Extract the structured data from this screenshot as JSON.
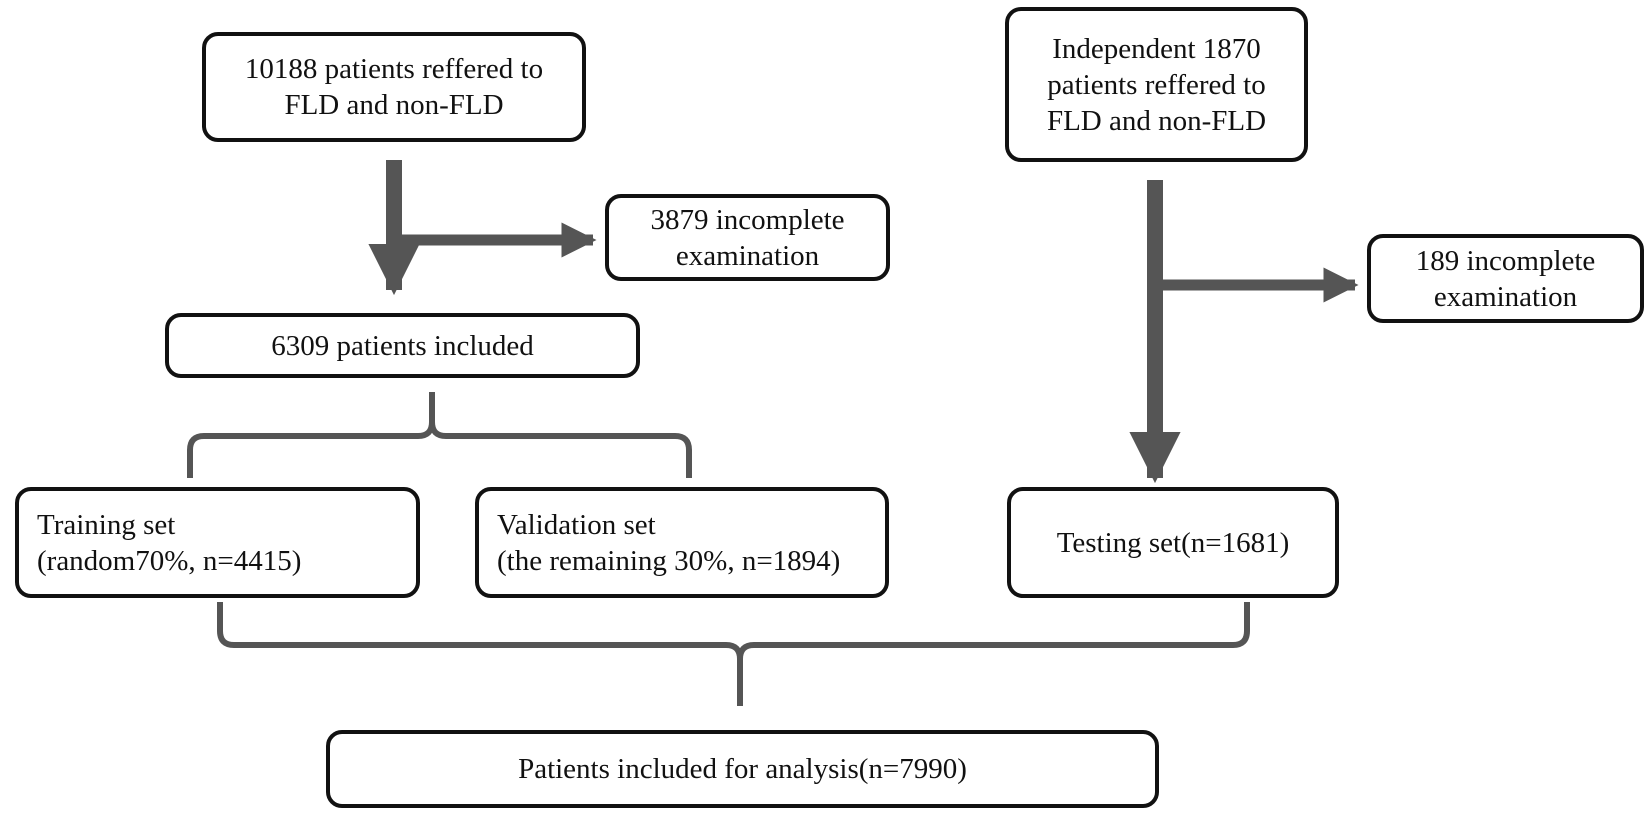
{
  "colors": {
    "border": "#111111",
    "connector": "#555555",
    "background": "#ffffff"
  },
  "boxes": {
    "source": {
      "lines": [
        "10188  patients reffered to",
        "FLD and non-FLD"
      ]
    },
    "excluded_left": {
      "lines": [
        "3879 incomplete",
        "examination"
      ]
    },
    "included": {
      "lines": [
        "6309 patients included"
      ]
    },
    "training": {
      "lines": [
        "Training set",
        "(random70%, n=4415)"
      ]
    },
    "validation": {
      "lines": [
        "Validation set",
        "(the remaining 30%, n=1894)"
      ]
    },
    "independent": {
      "lines": [
        "Independent 1870",
        "patients reffered to",
        "FLD and non-FLD"
      ]
    },
    "excluded_right": {
      "lines": [
        "189 incomplete",
        "examination"
      ]
    },
    "testing": {
      "lines": [
        "Testing set(n=1681)"
      ]
    },
    "analysis": {
      "lines": [
        "Patients included for analysis(n=7990)"
      ]
    }
  }
}
